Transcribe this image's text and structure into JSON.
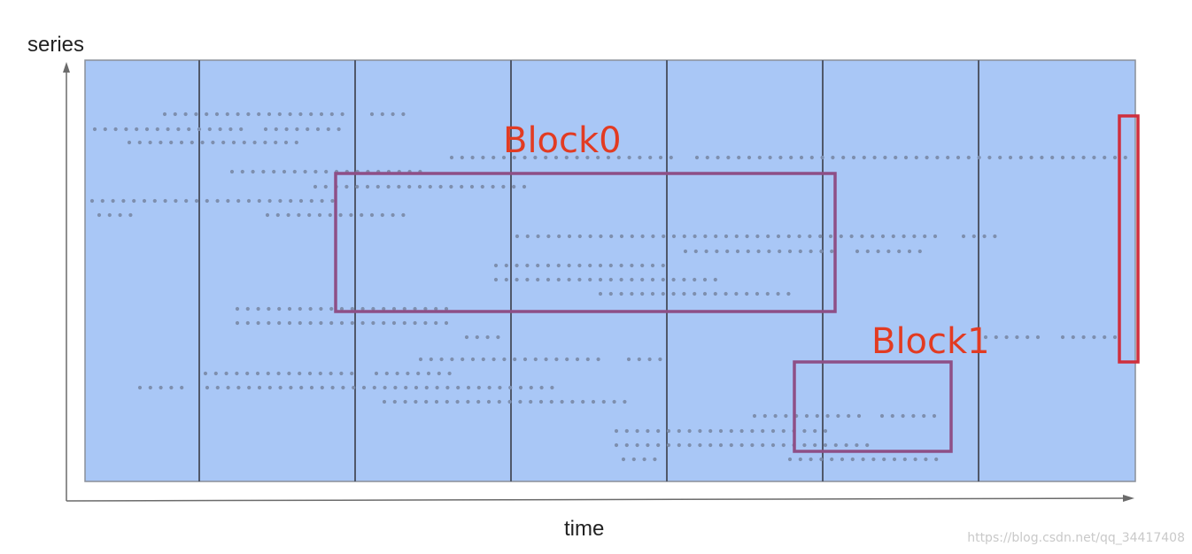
{
  "y_axis_label": "series",
  "x_axis_label": "time",
  "watermark": "https://blog.csdn.net/qq_34417408",
  "colors": {
    "panel_fill": "#a9c7f6",
    "panel_border": "#8a8f99",
    "divider": "#50586a",
    "dot": "#7e8fae",
    "block_border": "#8e4f86",
    "block_label": "#e23b22",
    "head_block_border": "#cf2f3d",
    "axis": "#6b6b6b"
  },
  "blocks": [
    {
      "label": "Block0"
    },
    {
      "label": "Block1"
    },
    {
      "label": ""
    }
  ]
}
